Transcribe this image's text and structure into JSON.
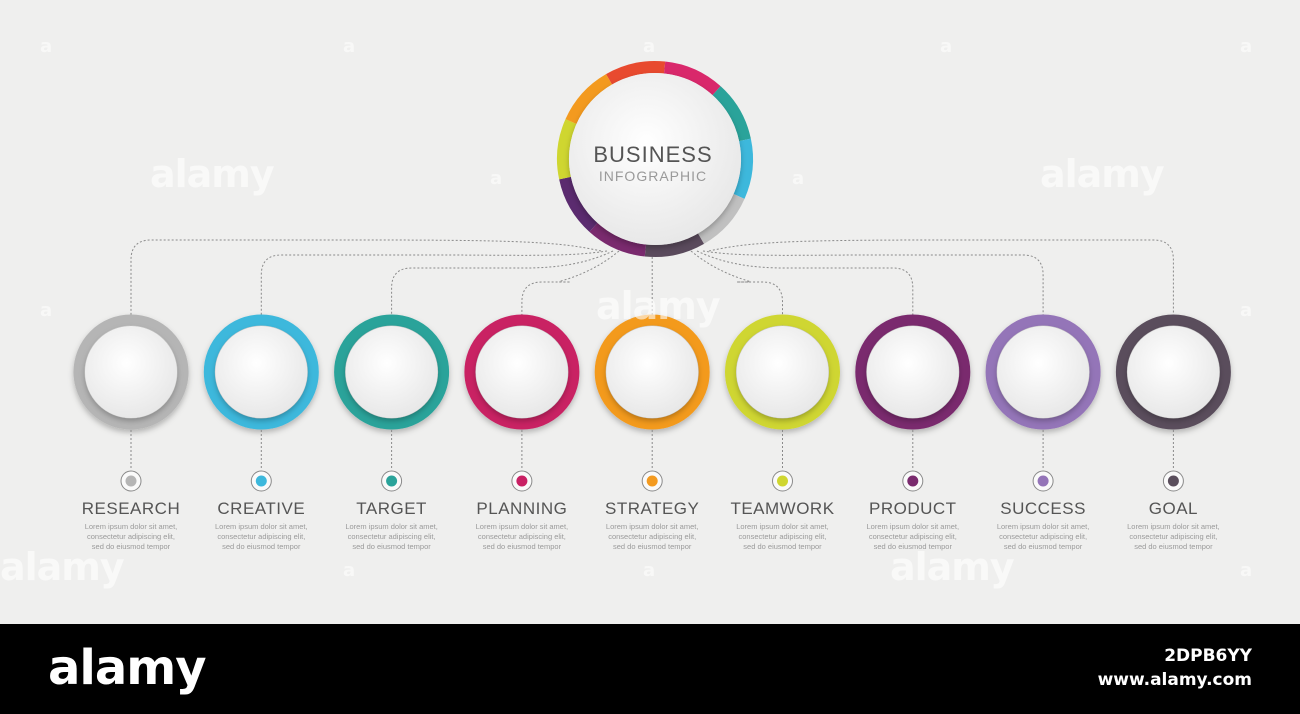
{
  "hub": {
    "title": "BUSINESS",
    "subtitle": "INFOGRAPHIC",
    "ring_colors": [
      "#e84a2f",
      "#d9286b",
      "#2aa39a",
      "#3db8dc",
      "#c0c0c0",
      "#5a4a5c",
      "#7a2a6e",
      "#5b2b6f",
      "#cfd630",
      "#f39a1f"
    ]
  },
  "nodes": [
    {
      "label": "RESEARCH",
      "color": "#b5b5b5",
      "desc": [
        "Lorem ipsum dolor sit amet,",
        "consectetur adipiscing elit,",
        "sed do eiusmod tempor"
      ]
    },
    {
      "label": "CREATIVE",
      "color": "#3db8dc",
      "desc": [
        "Lorem ipsum dolor sit amet,",
        "consectetur adipiscing elit,",
        "sed do eiusmod tempor"
      ]
    },
    {
      "label": "TARGET",
      "color": "#2aa39a",
      "desc": [
        "Lorem ipsum dolor sit amet,",
        "consectetur adipiscing elit,",
        "sed do eiusmod tempor"
      ]
    },
    {
      "label": "PLANNING",
      "color": "#c92064",
      "desc": [
        "Lorem ipsum dolor sit amet,",
        "consectetur adipiscing elit,",
        "sed do eiusmod tempor"
      ]
    },
    {
      "label": "STRATEGY",
      "color": "#f39a1f",
      "desc": [
        "Lorem ipsum dolor sit amet,",
        "consectetur adipiscing elit,",
        "sed do eiusmod tempor"
      ]
    },
    {
      "label": "TEAMWORK",
      "color": "#cfd630",
      "desc": [
        "Lorem ipsum dolor sit amet,",
        "consectetur adipiscing elit,",
        "sed do eiusmod tempor"
      ]
    },
    {
      "label": "PRODUCT",
      "color": "#7a2a6e",
      "desc": [
        "Lorem ipsum dolor sit amet,",
        "consectetur adipiscing elit,",
        "sed do eiusmod tempor"
      ]
    },
    {
      "label": "SUCCESS",
      "color": "#9474b8",
      "desc": [
        "Lorem ipsum dolor sit amet,",
        "consectetur adipiscing elit,",
        "sed do eiusmod tempor"
      ]
    },
    {
      "label": "GOAL",
      "color": "#5a4e5c",
      "desc": [
        "Lorem ipsum dolor sit amet,",
        "consectetur adipiscing elit,",
        "sed do eiusmod tempor"
      ]
    }
  ],
  "watermark": {
    "text": "alamy",
    "letter": "a"
  },
  "footer": {
    "brand": "alamy",
    "image_id": "2DPB6YY",
    "url": "www.alamy.com"
  }
}
